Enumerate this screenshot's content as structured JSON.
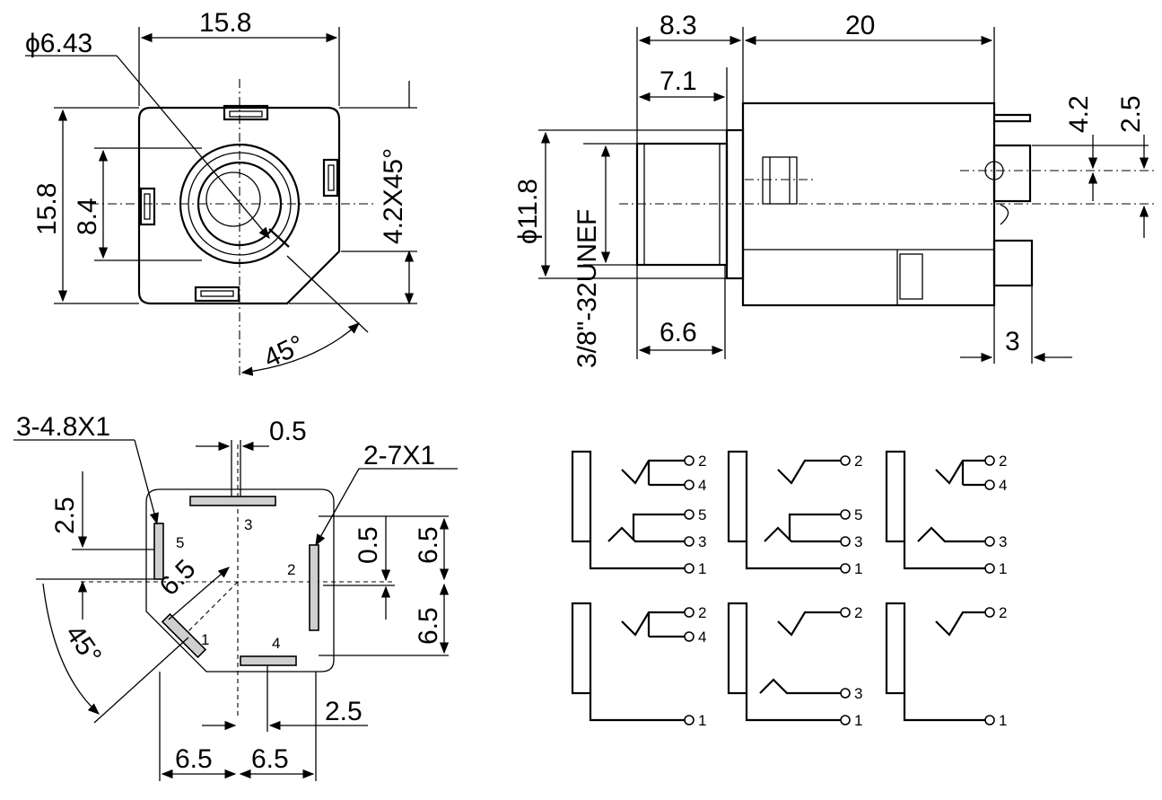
{
  "front_view": {
    "dia_label": "ϕ6.43",
    "width_label": "15.8",
    "height_label": "15.8",
    "inner_label": "8.4",
    "chamfer_label": "4.2X45°",
    "angle_label": "45°"
  },
  "side_view": {
    "dim_8_3": "8.3",
    "dim_20": "20",
    "dim_7_1": "7.1",
    "dim_4_2": "4.2",
    "dim_2_5": "2.5",
    "dia_label": "ϕ11.8",
    "thread_label": "3/8\"-32UNEF",
    "dim_6_6": "6.6",
    "dim_3": "3"
  },
  "footprint": {
    "holes_a": "3-4.8X1",
    "dim_0_5_top": "0.5",
    "holes_b": "2-7X1",
    "dim_2_5_left": "2.5",
    "dim_6_5_diag": "6.5",
    "dim_45": "45°",
    "dim_0_5_right": "0.5",
    "dim_6_5_r1": "6.5",
    "dim_6_5_r2": "6.5",
    "dim_2_5_bottom": "2.5",
    "dim_6_5_b1": "6.5",
    "dim_6_5_b2": "6.5",
    "pins": [
      "1",
      "2",
      "3",
      "4",
      "5"
    ]
  },
  "schematics": [
    {
      "pins": [
        "2",
        "4",
        "5",
        "3",
        "1"
      ]
    },
    {
      "pins": [
        "2",
        "5",
        "3",
        "1"
      ]
    },
    {
      "pins": [
        "2",
        "4",
        "3",
        "1"
      ]
    },
    {
      "pins": [
        "2",
        "4",
        "1"
      ]
    },
    {
      "pins": [
        "2",
        "3",
        "1"
      ]
    },
    {
      "pins": [
        "2",
        "1"
      ]
    }
  ]
}
